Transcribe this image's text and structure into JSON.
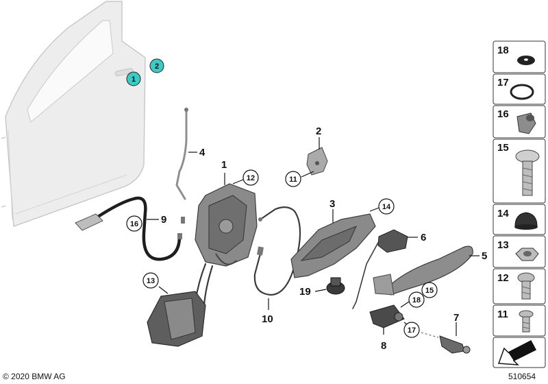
{
  "callouts": {
    "part_1": "1",
    "part_2": "2",
    "part_3": "3",
    "part_4": "4",
    "part_5": "5",
    "part_6": "6",
    "part_7": "7",
    "part_8": "8",
    "part_9": "9",
    "part_10": "10",
    "part_11": "11",
    "part_12": "12",
    "part_13": "13",
    "part_14": "14",
    "part_15": "15",
    "part_16": "16",
    "part_17": "17",
    "part_18": "18",
    "part_19": "19"
  },
  "door_markers": {
    "marker_1": "1",
    "marker_2": "2"
  },
  "sidebar": {
    "items": [
      {
        "label": "18"
      },
      {
        "label": "17"
      },
      {
        "label": "16"
      },
      {
        "label": "15"
      },
      {
        "label": "14"
      },
      {
        "label": "13"
      },
      {
        "label": "12"
      },
      {
        "label": "11"
      }
    ]
  },
  "footer": {
    "copyright": "© 2020 BMW AG",
    "diagram_number": "510654"
  },
  "colors": {
    "marker_fill": "#3ec9c4",
    "door_fill": "#ededed",
    "part_grey": "#8a8a8a"
  }
}
